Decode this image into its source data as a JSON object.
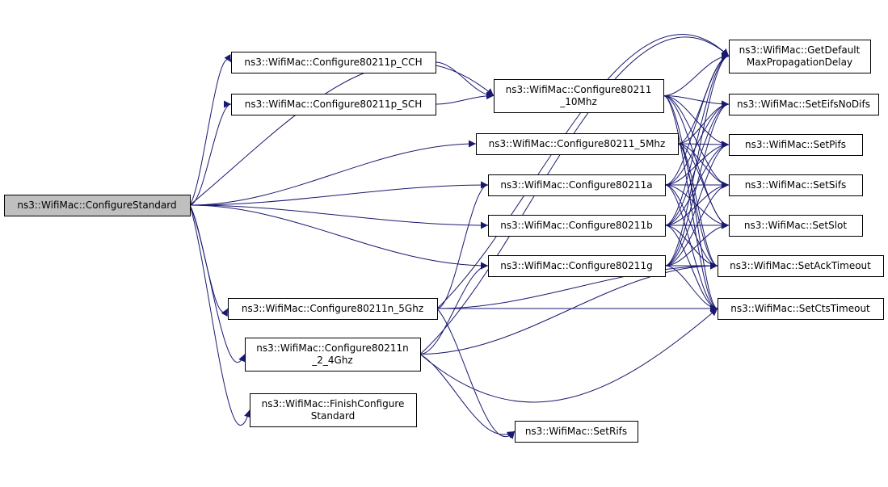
{
  "diagram": {
    "type": "call-graph",
    "colors": {
      "edge": "#191970",
      "node_border": "#000000",
      "root_fill": "#bfbfbf",
      "node_fill": "#ffffff"
    },
    "nodes": [
      {
        "id": "configure-standard",
        "lines": [
          "ns3::WifiMac::ConfigureStandard"
        ],
        "root": true
      },
      {
        "id": "configure-80211p-cch",
        "lines": [
          "ns3::WifiMac::Configure80211p_CCH"
        ]
      },
      {
        "id": "configure-80211p-sch",
        "lines": [
          "ns3::WifiMac::Configure80211p_SCH"
        ]
      },
      {
        "id": "configure-80211-10mhz",
        "lines": [
          "ns3::WifiMac::Configure80211",
          "_10Mhz"
        ]
      },
      {
        "id": "configure-80211-5mhz",
        "lines": [
          "ns3::WifiMac::Configure80211_5Mhz"
        ]
      },
      {
        "id": "configure-80211a",
        "lines": [
          "ns3::WifiMac::Configure80211a"
        ]
      },
      {
        "id": "configure-80211b",
        "lines": [
          "ns3::WifiMac::Configure80211b"
        ]
      },
      {
        "id": "configure-80211g",
        "lines": [
          "ns3::WifiMac::Configure80211g"
        ]
      },
      {
        "id": "configure-80211n-5ghz",
        "lines": [
          "ns3::WifiMac::Configure80211n_5Ghz"
        ]
      },
      {
        "id": "configure-80211n-2-4ghz",
        "lines": [
          "ns3::WifiMac::Configure80211n",
          "_2_4Ghz"
        ]
      },
      {
        "id": "finish-configure-standard",
        "lines": [
          "ns3::WifiMac::FinishConfigure",
          "Standard"
        ]
      },
      {
        "id": "get-default-max-propagation-delay",
        "lines": [
          "ns3::WifiMac::GetDefault",
          "MaxPropagationDelay"
        ]
      },
      {
        "id": "set-eifs-no-difs",
        "lines": [
          "ns3::WifiMac::SetEifsNoDifs"
        ]
      },
      {
        "id": "set-pifs",
        "lines": [
          "ns3::WifiMac::SetPifs"
        ]
      },
      {
        "id": "set-sifs",
        "lines": [
          "ns3::WifiMac::SetSifs"
        ]
      },
      {
        "id": "set-slot",
        "lines": [
          "ns3::WifiMac::SetSlot"
        ]
      },
      {
        "id": "set-ack-timeout",
        "lines": [
          "ns3::WifiMac::SetAckTimeout"
        ]
      },
      {
        "id": "set-cts-timeout",
        "lines": [
          "ns3::WifiMac::SetCtsTimeout"
        ]
      },
      {
        "id": "set-rifs",
        "lines": [
          "ns3::WifiMac::SetRifs"
        ]
      }
    ],
    "edges": [
      [
        "configure-standard",
        "configure-80211p-cch"
      ],
      [
        "configure-standard",
        "configure-80211p-sch"
      ],
      [
        "configure-standard",
        "configure-80211-10mhz"
      ],
      [
        "configure-standard",
        "configure-80211-5mhz"
      ],
      [
        "configure-standard",
        "configure-80211a"
      ],
      [
        "configure-standard",
        "configure-80211b"
      ],
      [
        "configure-standard",
        "configure-80211g"
      ],
      [
        "configure-standard",
        "configure-80211n-5ghz"
      ],
      [
        "configure-standard",
        "configure-80211n-2-4ghz"
      ],
      [
        "configure-standard",
        "finish-configure-standard"
      ],
      [
        "configure-80211p-cch",
        "configure-80211-10mhz"
      ],
      [
        "configure-80211p-sch",
        "configure-80211-10mhz"
      ],
      [
        "configure-80211-10mhz",
        "get-default-max-propagation-delay"
      ],
      [
        "configure-80211-10mhz",
        "set-eifs-no-difs"
      ],
      [
        "configure-80211-10mhz",
        "set-pifs"
      ],
      [
        "configure-80211-10mhz",
        "set-sifs"
      ],
      [
        "configure-80211-10mhz",
        "set-slot"
      ],
      [
        "configure-80211-10mhz",
        "set-ack-timeout"
      ],
      [
        "configure-80211-10mhz",
        "set-cts-timeout"
      ],
      [
        "configure-80211-5mhz",
        "get-default-max-propagation-delay"
      ],
      [
        "configure-80211-5mhz",
        "set-eifs-no-difs"
      ],
      [
        "configure-80211-5mhz",
        "set-pifs"
      ],
      [
        "configure-80211-5mhz",
        "set-sifs"
      ],
      [
        "configure-80211-5mhz",
        "set-slot"
      ],
      [
        "configure-80211-5mhz",
        "set-ack-timeout"
      ],
      [
        "configure-80211-5mhz",
        "set-cts-timeout"
      ],
      [
        "configure-80211a",
        "get-default-max-propagation-delay"
      ],
      [
        "configure-80211a",
        "set-eifs-no-difs"
      ],
      [
        "configure-80211a",
        "set-pifs"
      ],
      [
        "configure-80211a",
        "set-sifs"
      ],
      [
        "configure-80211a",
        "set-slot"
      ],
      [
        "configure-80211a",
        "set-ack-timeout"
      ],
      [
        "configure-80211a",
        "set-cts-timeout"
      ],
      [
        "configure-80211b",
        "get-default-max-propagation-delay"
      ],
      [
        "configure-80211b",
        "set-eifs-no-difs"
      ],
      [
        "configure-80211b",
        "set-pifs"
      ],
      [
        "configure-80211b",
        "set-sifs"
      ],
      [
        "configure-80211b",
        "set-slot"
      ],
      [
        "configure-80211b",
        "set-ack-timeout"
      ],
      [
        "configure-80211b",
        "set-cts-timeout"
      ],
      [
        "configure-80211g",
        "get-default-max-propagation-delay"
      ],
      [
        "configure-80211g",
        "set-eifs-no-difs"
      ],
      [
        "configure-80211g",
        "set-pifs"
      ],
      [
        "configure-80211g",
        "set-sifs"
      ],
      [
        "configure-80211g",
        "set-slot"
      ],
      [
        "configure-80211g",
        "set-ack-timeout"
      ],
      [
        "configure-80211g",
        "set-cts-timeout"
      ],
      [
        "configure-80211n-5ghz",
        "configure-80211a"
      ],
      [
        "configure-80211n-5ghz",
        "get-default-max-propagation-delay"
      ],
      [
        "configure-80211n-5ghz",
        "set-ack-timeout"
      ],
      [
        "configure-80211n-5ghz",
        "set-cts-timeout"
      ],
      [
        "configure-80211n-5ghz",
        "set-rifs"
      ],
      [
        "configure-80211n-2-4ghz",
        "configure-80211g"
      ],
      [
        "configure-80211n-2-4ghz",
        "get-default-max-propagation-delay"
      ],
      [
        "configure-80211n-2-4ghz",
        "set-ack-timeout"
      ],
      [
        "configure-80211n-2-4ghz",
        "set-cts-timeout"
      ],
      [
        "configure-80211n-2-4ghz",
        "set-rifs"
      ]
    ]
  }
}
